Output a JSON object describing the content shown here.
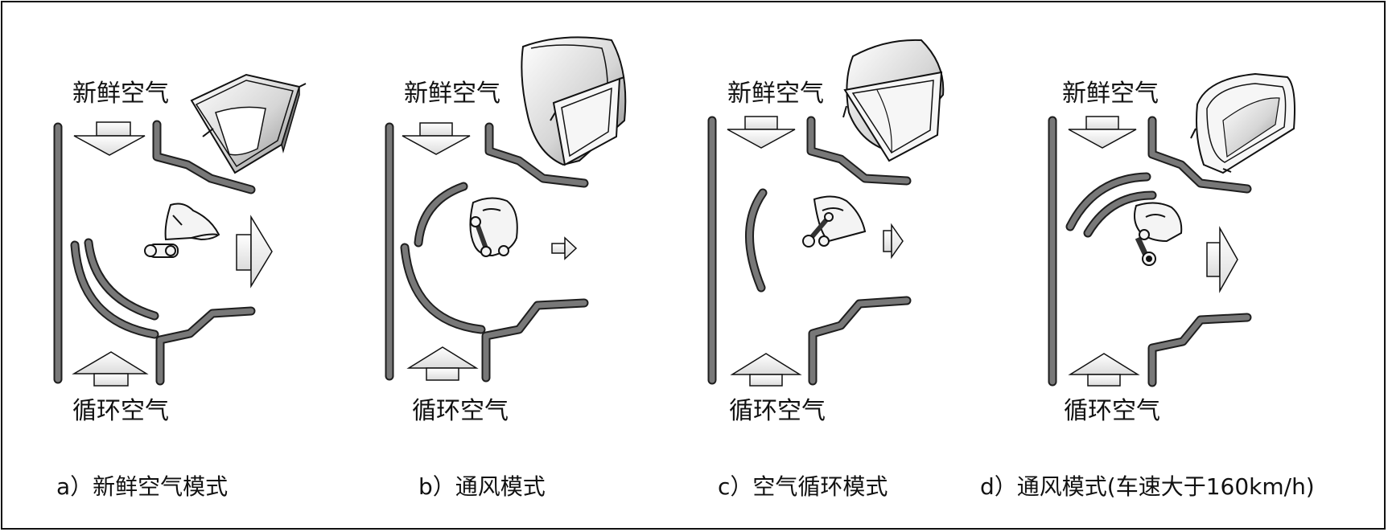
{
  "colors": {
    "duct": "#6e6e6e",
    "duct_edge": "#1e1e1e",
    "arrow_fill": "#f2f2f2",
    "line": "#111111"
  },
  "panels": [
    {
      "id": "a",
      "fresh_label": "新鲜空气",
      "recirc_label": "循环空气",
      "caption": "a）新鲜空气模式"
    },
    {
      "id": "b",
      "fresh_label": "新鲜空气",
      "recirc_label": "循环空气",
      "caption": "b）通风模式"
    },
    {
      "id": "c",
      "fresh_label": "新鲜空气",
      "recirc_label": "循环空气",
      "caption": "c）空气循环模式"
    },
    {
      "id": "d",
      "fresh_label": "新鲜空气",
      "recirc_label": "循环空气",
      "caption": "d）通风模式(车速大于160km/h)"
    }
  ]
}
